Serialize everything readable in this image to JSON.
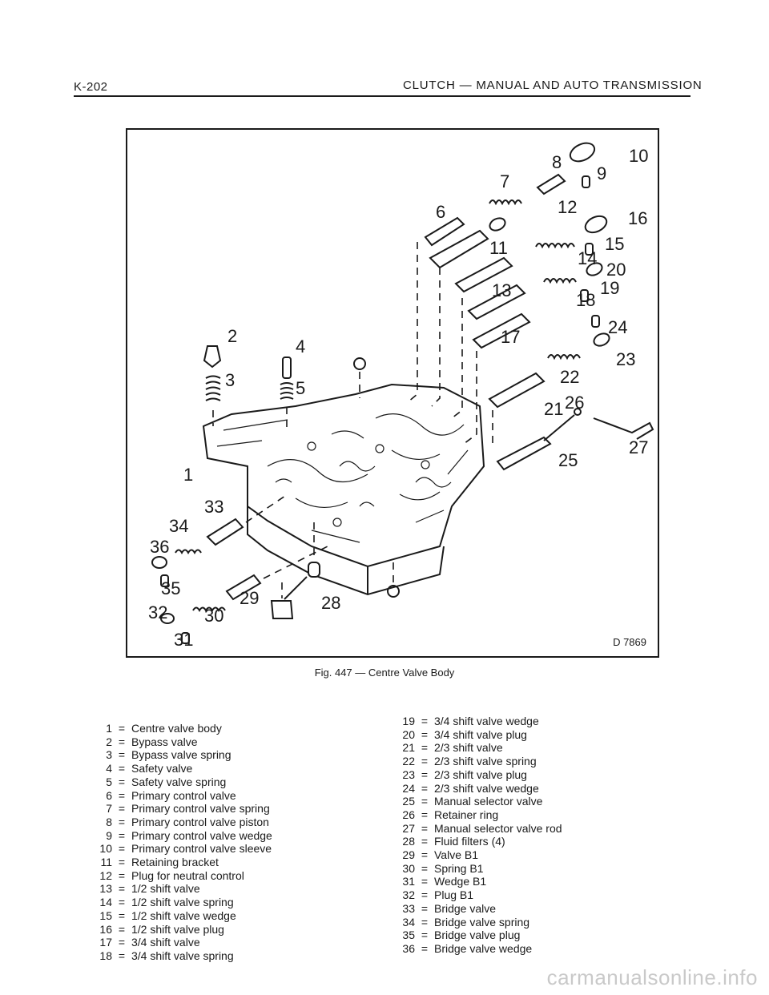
{
  "header": {
    "page_number": "K-202",
    "running_title": "CLUTCH — MANUAL AND AUTO TRANSMISSION"
  },
  "figure": {
    "code": "D 7869",
    "caption": "Fig. 447 — Centre Valve Body",
    "part_labels": [
      "1",
      "2",
      "3",
      "4",
      "5",
      "6",
      "7",
      "8",
      "9",
      "10",
      "11",
      "12",
      "13",
      "14",
      "15",
      "16",
      "17",
      "18",
      "19",
      "20",
      "21",
      "22",
      "23",
      "24",
      "25",
      "26",
      "27",
      "28",
      "29",
      "30",
      "31",
      "32",
      "33",
      "34",
      "35",
      "36"
    ]
  },
  "legend": {
    "left": [
      {
        "num": "1",
        "eq": "=",
        "text": "Centre valve body"
      },
      {
        "num": "2",
        "eq": "=",
        "text": "Bypass valve"
      },
      {
        "num": "3",
        "eq": "=",
        "text": "Bypass valve spring"
      },
      {
        "num": "4",
        "eq": "=",
        "text": "Safety valve"
      },
      {
        "num": "5",
        "eq": "=",
        "text": "Safety valve spring"
      },
      {
        "num": "6",
        "eq": "=",
        "text": "Primary control valve"
      },
      {
        "num": "7",
        "eq": "=",
        "text": "Primary control valve spring"
      },
      {
        "num": "8",
        "eq": "=",
        "text": "Primary control valve piston"
      },
      {
        "num": "9",
        "eq": "=",
        "text": "Primary control valve wedge"
      },
      {
        "num": "10",
        "eq": "=",
        "text": "Primary control valve sleeve"
      },
      {
        "num": "11",
        "eq": "=",
        "text": "Retaining bracket"
      },
      {
        "num": "12",
        "eq": "=",
        "text": "Plug for neutral control"
      },
      {
        "num": "13",
        "eq": "=",
        "text": "1/2 shift valve"
      },
      {
        "num": "14",
        "eq": "=",
        "text": "1/2 shift valve spring"
      },
      {
        "num": "15",
        "eq": "=",
        "text": "1/2 shift valve wedge"
      },
      {
        "num": "16",
        "eq": "=",
        "text": "1/2 shift valve plug"
      },
      {
        "num": "17",
        "eq": "=",
        "text": "3/4 shift valve"
      },
      {
        "num": "18",
        "eq": "=",
        "text": "3/4 shift valve spring"
      }
    ],
    "right": [
      {
        "num": "19",
        "eq": "=",
        "text": "3/4 shift valve wedge"
      },
      {
        "num": "20",
        "eq": "=",
        "text": "3/4 shift valve plug"
      },
      {
        "num": "21",
        "eq": "=",
        "text": "2/3 shift valve"
      },
      {
        "num": "22",
        "eq": "=",
        "text": "2/3 shift valve spring"
      },
      {
        "num": "23",
        "eq": "=",
        "text": "2/3 shift valve plug"
      },
      {
        "num": "24",
        "eq": "=",
        "text": "2/3 shift valve wedge"
      },
      {
        "num": "25",
        "eq": "=",
        "text": "Manual selector valve"
      },
      {
        "num": "26",
        "eq": "=",
        "text": "Retainer ring"
      },
      {
        "num": "27",
        "eq": "=",
        "text": "Manual selector valve rod"
      },
      {
        "num": "28",
        "eq": "=",
        "text": "Fluid filters (4)"
      },
      {
        "num": "29",
        "eq": "=",
        "text": "Valve B1"
      },
      {
        "num": "30",
        "eq": "=",
        "text": "Spring B1"
      },
      {
        "num": "31",
        "eq": "=",
        "text": "Wedge B1"
      },
      {
        "num": "32",
        "eq": "=",
        "text": "Plug B1"
      },
      {
        "num": "33",
        "eq": "=",
        "text": "Bridge valve"
      },
      {
        "num": "34",
        "eq": "=",
        "text": "Bridge valve spring"
      },
      {
        "num": "35",
        "eq": "=",
        "text": "Bridge valve plug"
      },
      {
        "num": "36",
        "eq": "=",
        "text": "Bridge valve wedge"
      }
    ]
  },
  "watermark": "carmanualsonline.info"
}
